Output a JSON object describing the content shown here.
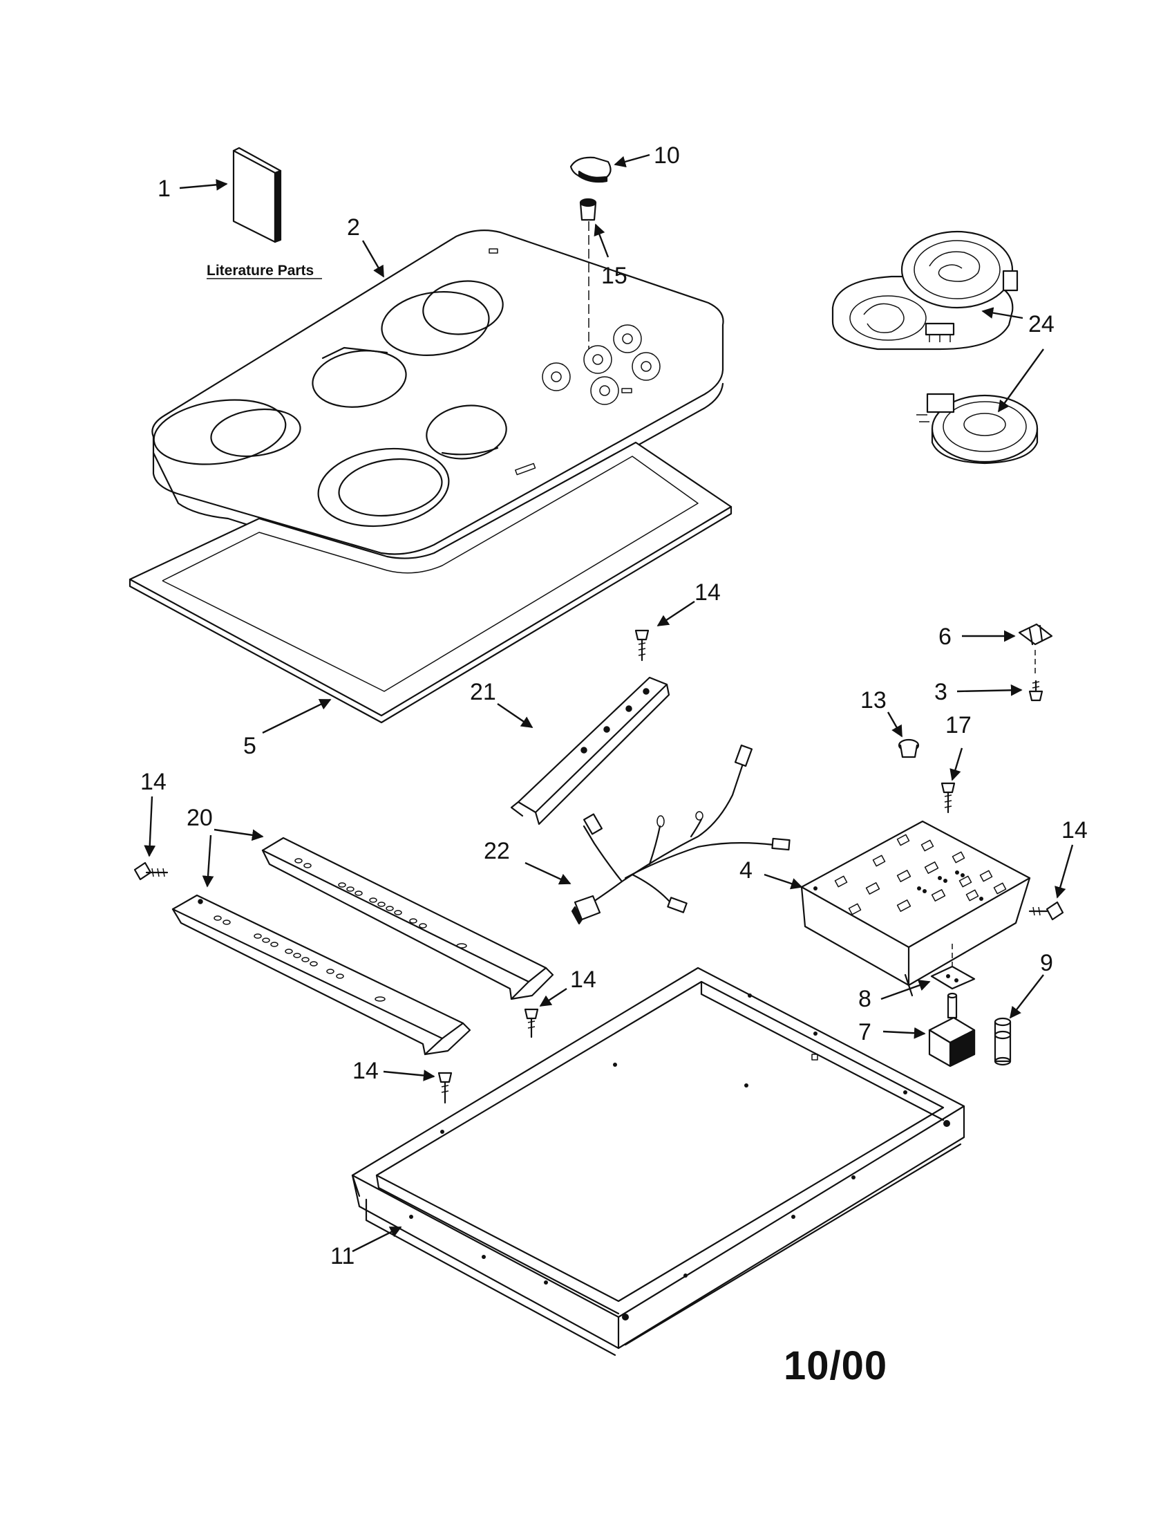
{
  "literature_label": "Literature Parts",
  "date_code": "10/00",
  "callouts": [
    {
      "key": "c1",
      "text": "1"
    },
    {
      "key": "c2",
      "text": "2"
    },
    {
      "key": "c10",
      "text": "10"
    },
    {
      "key": "c15",
      "text": "15"
    },
    {
      "key": "c24",
      "text": "24"
    },
    {
      "key": "c14a",
      "text": "14"
    },
    {
      "key": "c6",
      "text": "6"
    },
    {
      "key": "c3",
      "text": "3"
    },
    {
      "key": "c21",
      "text": "21"
    },
    {
      "key": "c5",
      "text": "5"
    },
    {
      "key": "c13",
      "text": "13"
    },
    {
      "key": "c17",
      "text": "17"
    },
    {
      "key": "c14b",
      "text": "14"
    },
    {
      "key": "c20",
      "text": "20"
    },
    {
      "key": "c14c",
      "text": "14"
    },
    {
      "key": "c22",
      "text": "22"
    },
    {
      "key": "c4",
      "text": "4"
    },
    {
      "key": "c14d",
      "text": "14"
    },
    {
      "key": "c14e",
      "text": "14"
    },
    {
      "key": "c9",
      "text": "9"
    },
    {
      "key": "c8",
      "text": "8"
    },
    {
      "key": "c7",
      "text": "7"
    },
    {
      "key": "c14f",
      "text": "14"
    },
    {
      "key": "c11",
      "text": "11"
    }
  ]
}
